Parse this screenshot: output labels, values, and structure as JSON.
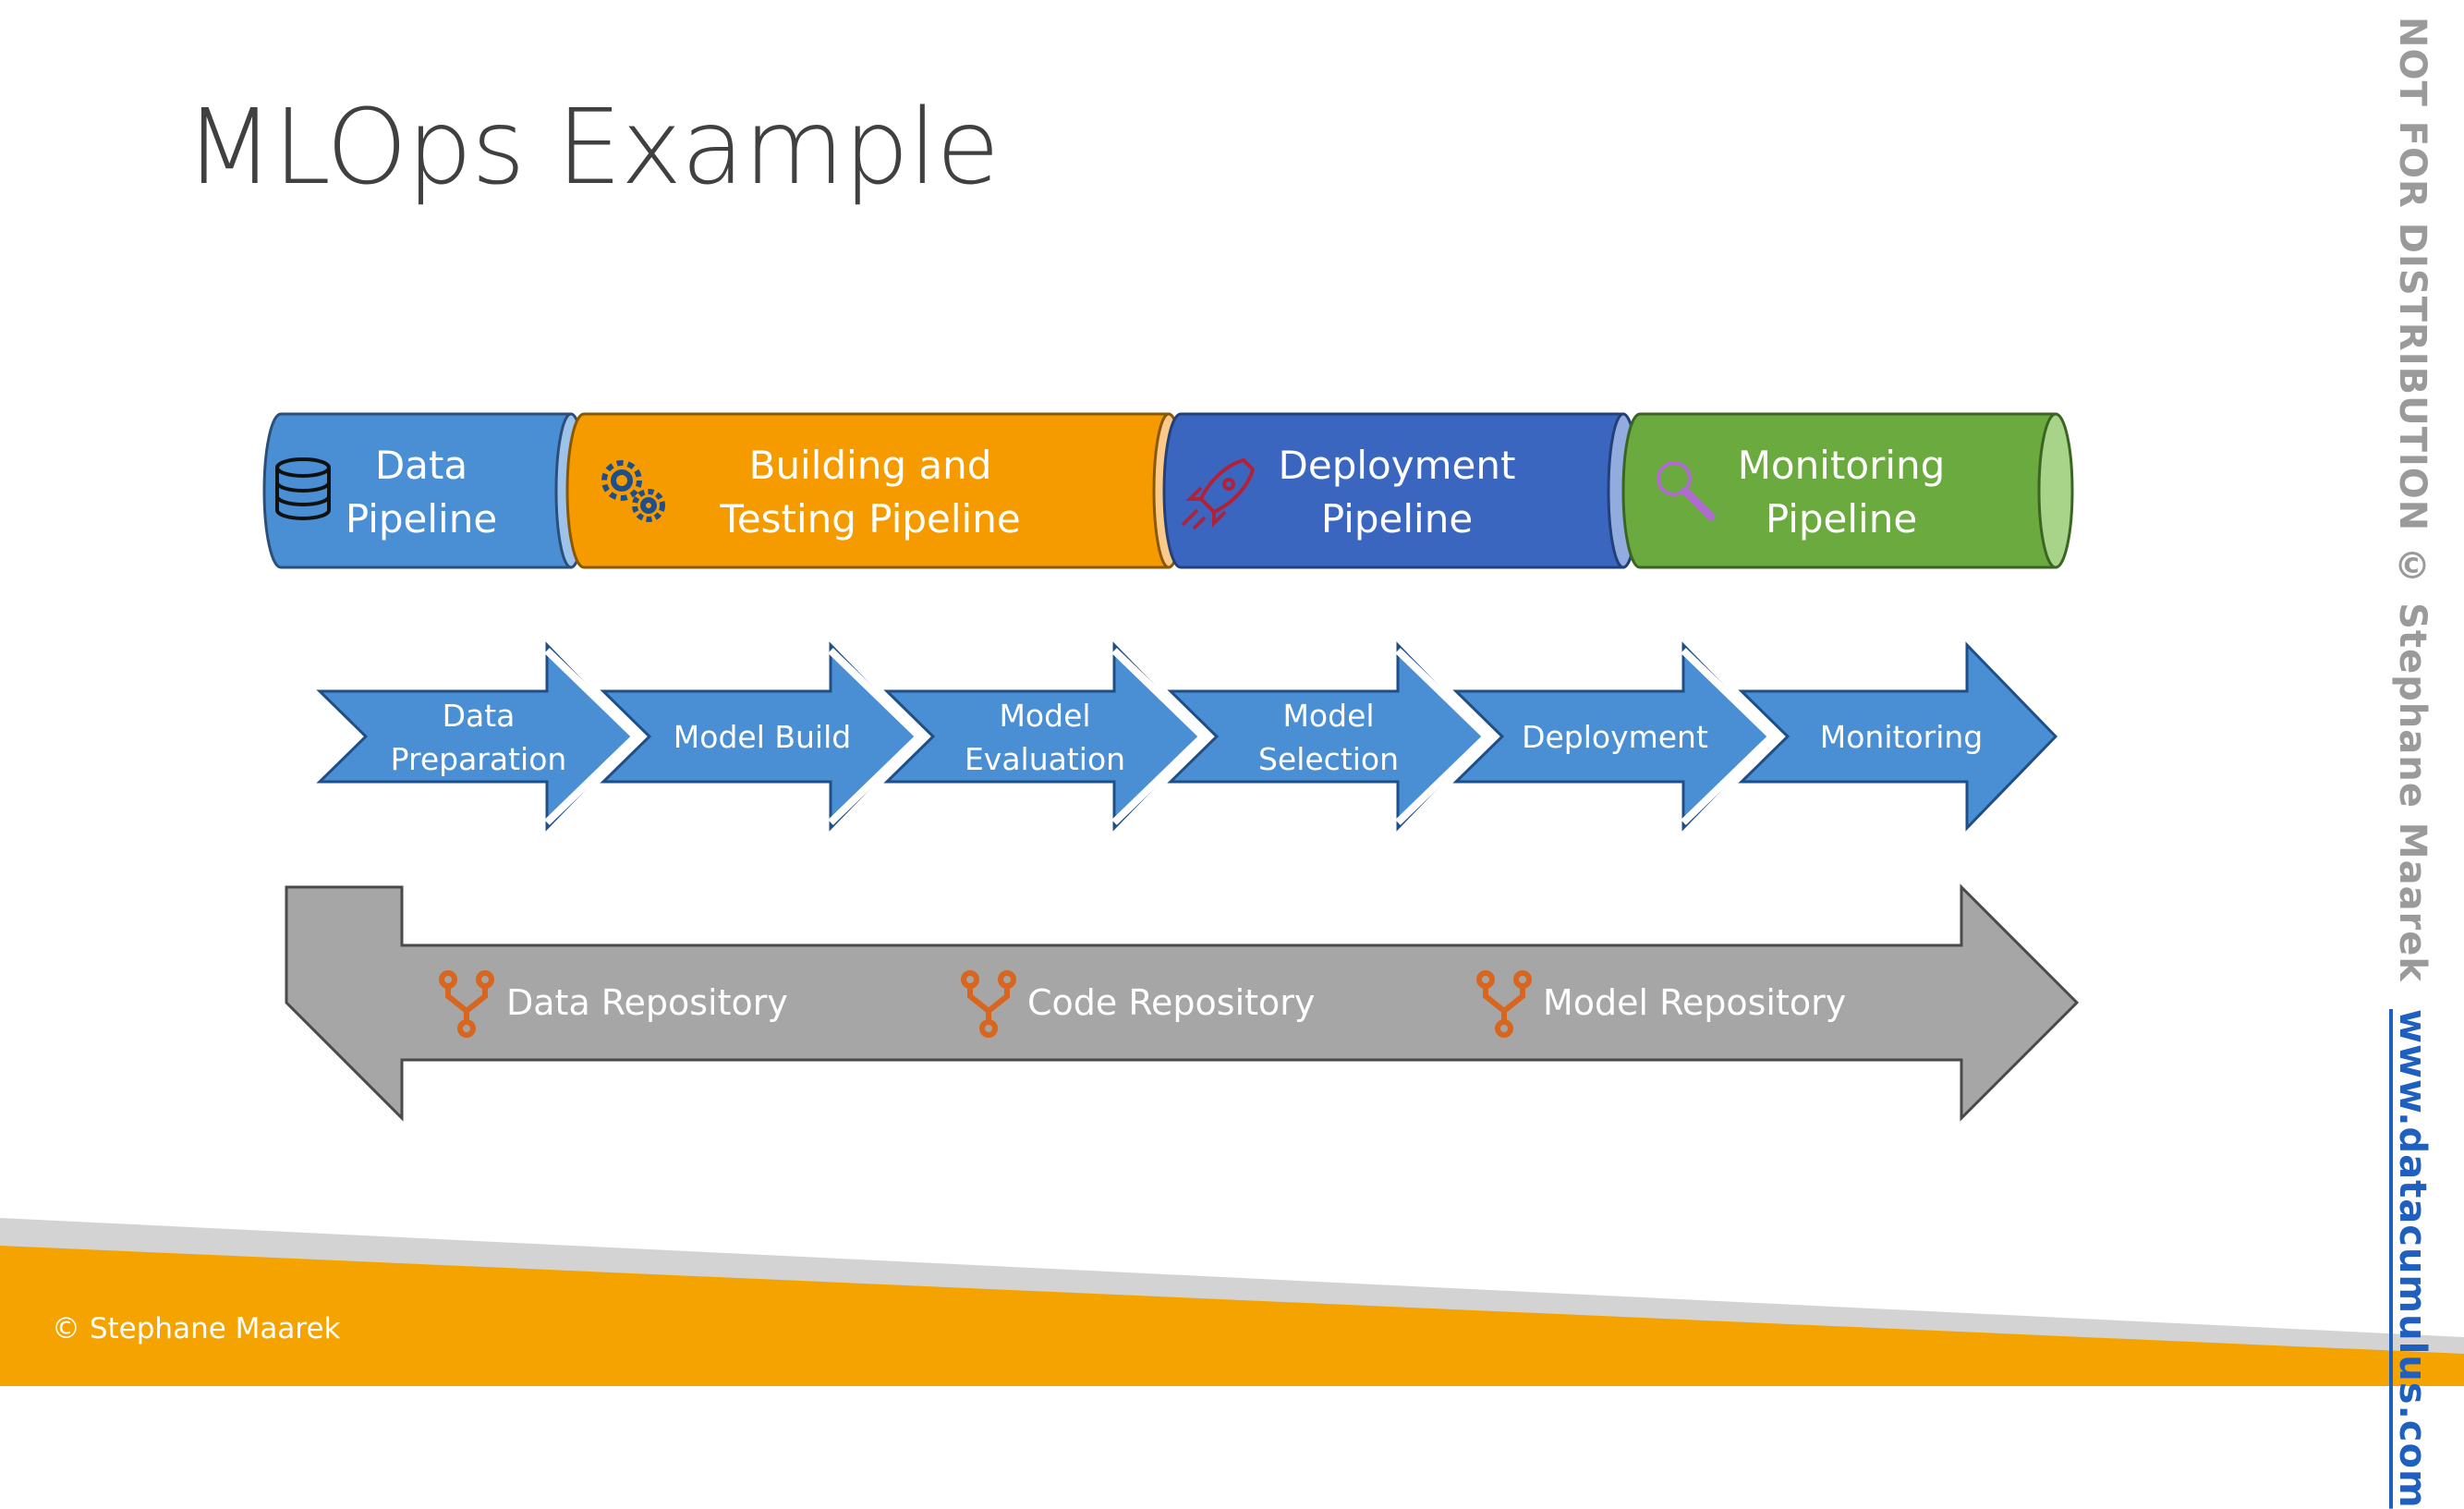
{
  "title": "MLOps Example",
  "pipelines": [
    {
      "line1": "Data",
      "line2": "Pipeline",
      "icon": "database-icon",
      "color": "#4a8fd4"
    },
    {
      "line1": "Building and",
      "line2": "Testing Pipeline",
      "icon": "gears-icon",
      "color": "#f59b00"
    },
    {
      "line1": "Deployment",
      "line2": "Pipeline",
      "icon": "rocket-icon",
      "color": "#3a66c0"
    },
    {
      "line1": "Monitoring",
      "line2": "Pipeline",
      "icon": "magnifier-icon",
      "color": "#6aaa3f"
    }
  ],
  "steps": [
    {
      "line1": "Data",
      "line2": "Preparation"
    },
    {
      "line1": "Model Build",
      "line2": ""
    },
    {
      "line1": "Model",
      "line2": "Evaluation"
    },
    {
      "line1": "Model",
      "line2": "Selection"
    },
    {
      "line1": "Deployment",
      "line2": ""
    },
    {
      "line1": "Monitoring",
      "line2": ""
    }
  ],
  "repositories": [
    {
      "label": "Data Repository",
      "icon": "git-branch-icon"
    },
    {
      "label": "Code Repository",
      "icon": "git-branch-icon"
    },
    {
      "label": "Model Repository",
      "icon": "git-branch-icon"
    }
  ],
  "copyright": "© Stephane Maarek",
  "side_text": "NOT FOR DISTRIBUTION © Stephane Maarek",
  "side_url": "www.datacumulus.com",
  "colors": {
    "step_arrow": "#4a8fd4",
    "repo_arrow": "#a6a6a6",
    "repo_icon": "#d9661e",
    "footer": "#f5a300"
  }
}
